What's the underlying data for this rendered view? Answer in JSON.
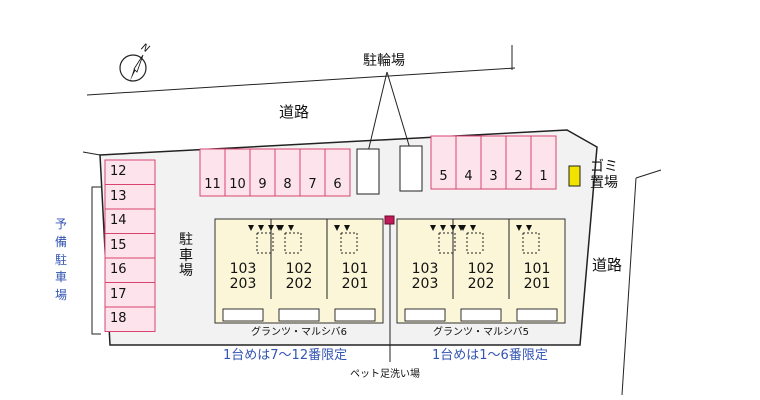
{
  "labels": {
    "bicycle_parking": "駐輪場",
    "road_north": "道路",
    "road_east": "道路",
    "garbage": [
      "ゴミ",
      "置場"
    ],
    "parking": [
      "駐",
      "車",
      "場"
    ],
    "reserve_parking": [
      "予",
      "備",
      "駐",
      "車",
      "場"
    ],
    "compass_letter": "N",
    "pet_wash": "ペット足洗い場"
  },
  "buildings": [
    {
      "name": "グランツ・マルシバ6",
      "units": [
        {
          "top": "103",
          "bottom": "203"
        },
        {
          "top": "102",
          "bottom": "202"
        },
        {
          "top": "101",
          "bottom": "201"
        }
      ]
    },
    {
      "name": "グランツ・マルシバ5",
      "units": [
        {
          "top": "103",
          "bottom": "203"
        },
        {
          "top": "102",
          "bottom": "202"
        },
        {
          "top": "101",
          "bottom": "201"
        }
      ]
    }
  ],
  "notes": [
    "1台めは7～12番限定",
    "1台めは1～6番限定"
  ],
  "parking_top_left": [
    "11",
    "10",
    "9",
    "8",
    "7",
    "6"
  ],
  "parking_top_right": [
    "5",
    "4",
    "3",
    "2",
    "1"
  ],
  "parking_left": [
    "12",
    "13",
    "14",
    "15",
    "16",
    "17",
    "18"
  ],
  "colors": {
    "parking_fill": "#fde4ec",
    "parking_stroke": "#d8436f",
    "building_fill": "#fbf6d8",
    "garbage_fill": "#f2e200",
    "accent_blue": "#3355b3",
    "pet_marker": "#c01a5a"
  }
}
